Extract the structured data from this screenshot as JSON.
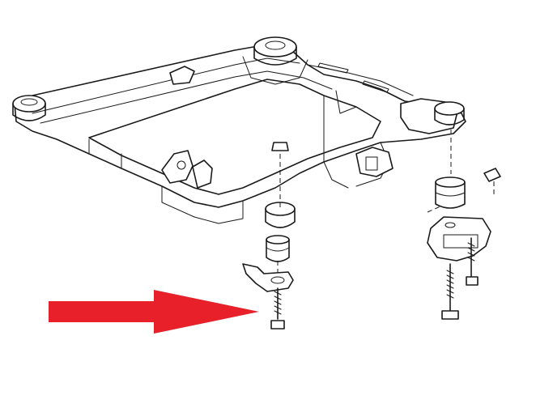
{
  "diagram": {
    "arrow_color": "#e8202a",
    "line_color": "#1a1a1a",
    "background": "#ffffff",
    "icons": [
      "subframe",
      "bushing",
      "bolt",
      "bracket",
      "arrow-right-icon"
    ]
  }
}
